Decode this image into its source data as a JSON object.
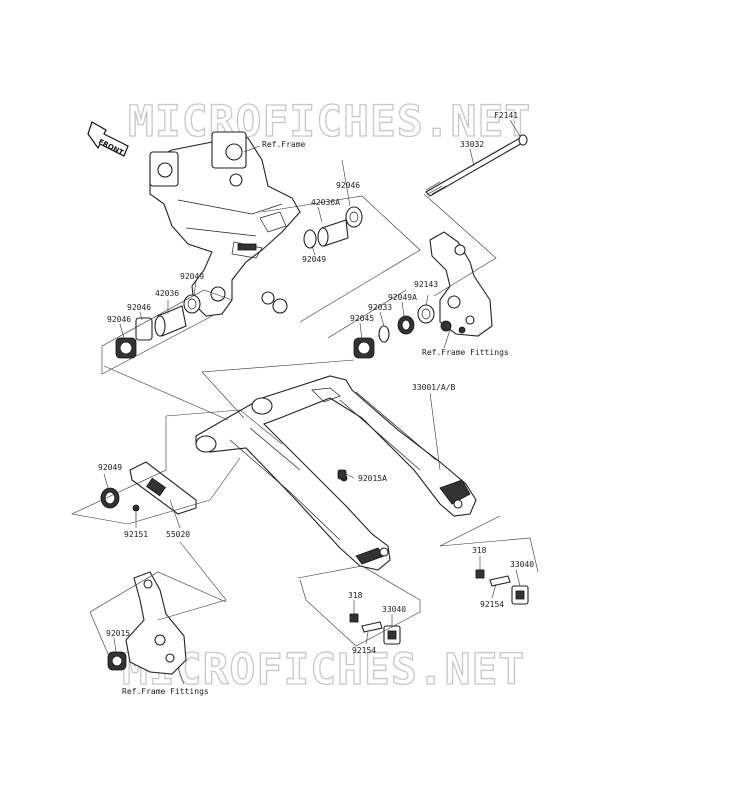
{
  "watermark": "MICROFICHES.NET",
  "figure_code": "F2141",
  "front_label": "FRONT",
  "parts": {
    "p33032": "33032",
    "ref_frame": "Ref.Frame",
    "p92046_top": "92046",
    "p42036A": "42036A",
    "p92049_top": "92049",
    "p92049_mid": "92049",
    "p42036": "42036",
    "p92046_a": "92046",
    "p92046_b": "92046",
    "p92143": "92143",
    "p92049A": "92049A",
    "p92033": "92033",
    "p92045": "92045",
    "ref_frame_fittings_top": "Ref.Frame Fittings",
    "p33001": "33001/A/B",
    "p92049_low": "92049",
    "p92015A": "92015A",
    "p92151": "92151",
    "p55020": "55020",
    "p318_right": "318",
    "p33040_right": "33040",
    "p92154_right": "92154",
    "p318_left": "318",
    "p33040_left": "33040",
    "p92154_left": "92154",
    "p92015": "92015",
    "ref_frame_fittings_bottom": "Ref.Frame Fittings"
  }
}
